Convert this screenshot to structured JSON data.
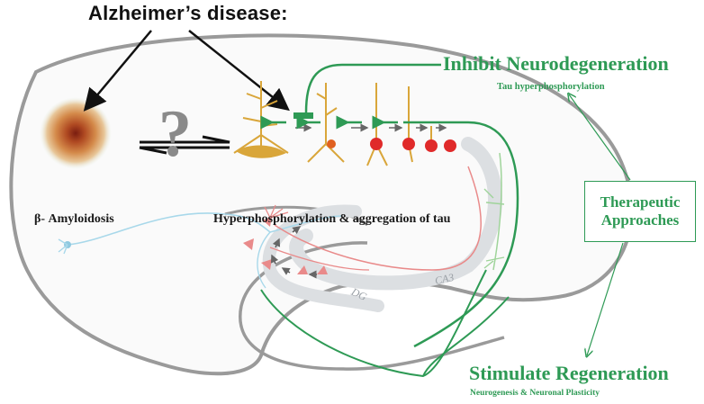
{
  "figure": {
    "title": "Alzheimer’s disease:",
    "left_label": "β- Amyloidosis",
    "center_label": "Hyperphosphorylation & aggregation of tau",
    "question_mark": "?",
    "top_right": {
      "heading": "Inhibit Neurodegeneration",
      "subheading": "Tau hyperphosphorylation"
    },
    "box": {
      "line1": "Therapeutic",
      "line2": "Approaches"
    },
    "bottom_right": {
      "heading": "Stimulate Regeneration",
      "subheading": "Neurogenesis & Neuronal Plasticity"
    },
    "regions": {
      "ca3": "CA3",
      "dg": "DG"
    },
    "icons": {
      "plaque": "amyloid-plaque-icon",
      "neurons": "tau-neuron-sequence-icon",
      "inhibit_bar": "inhibition-bar-icon"
    },
    "colors": {
      "green": "#2e9a55",
      "outline_gray": "#9a9a9a",
      "neuron_gold": "#d9a63a",
      "tangle_red": "#e02a2a",
      "ca_band": "#dcdfe2",
      "blue_axon": "#a8d8ea",
      "pink_neuron": "#e98a8a",
      "light_green_neuron": "#9fd49a"
    }
  }
}
